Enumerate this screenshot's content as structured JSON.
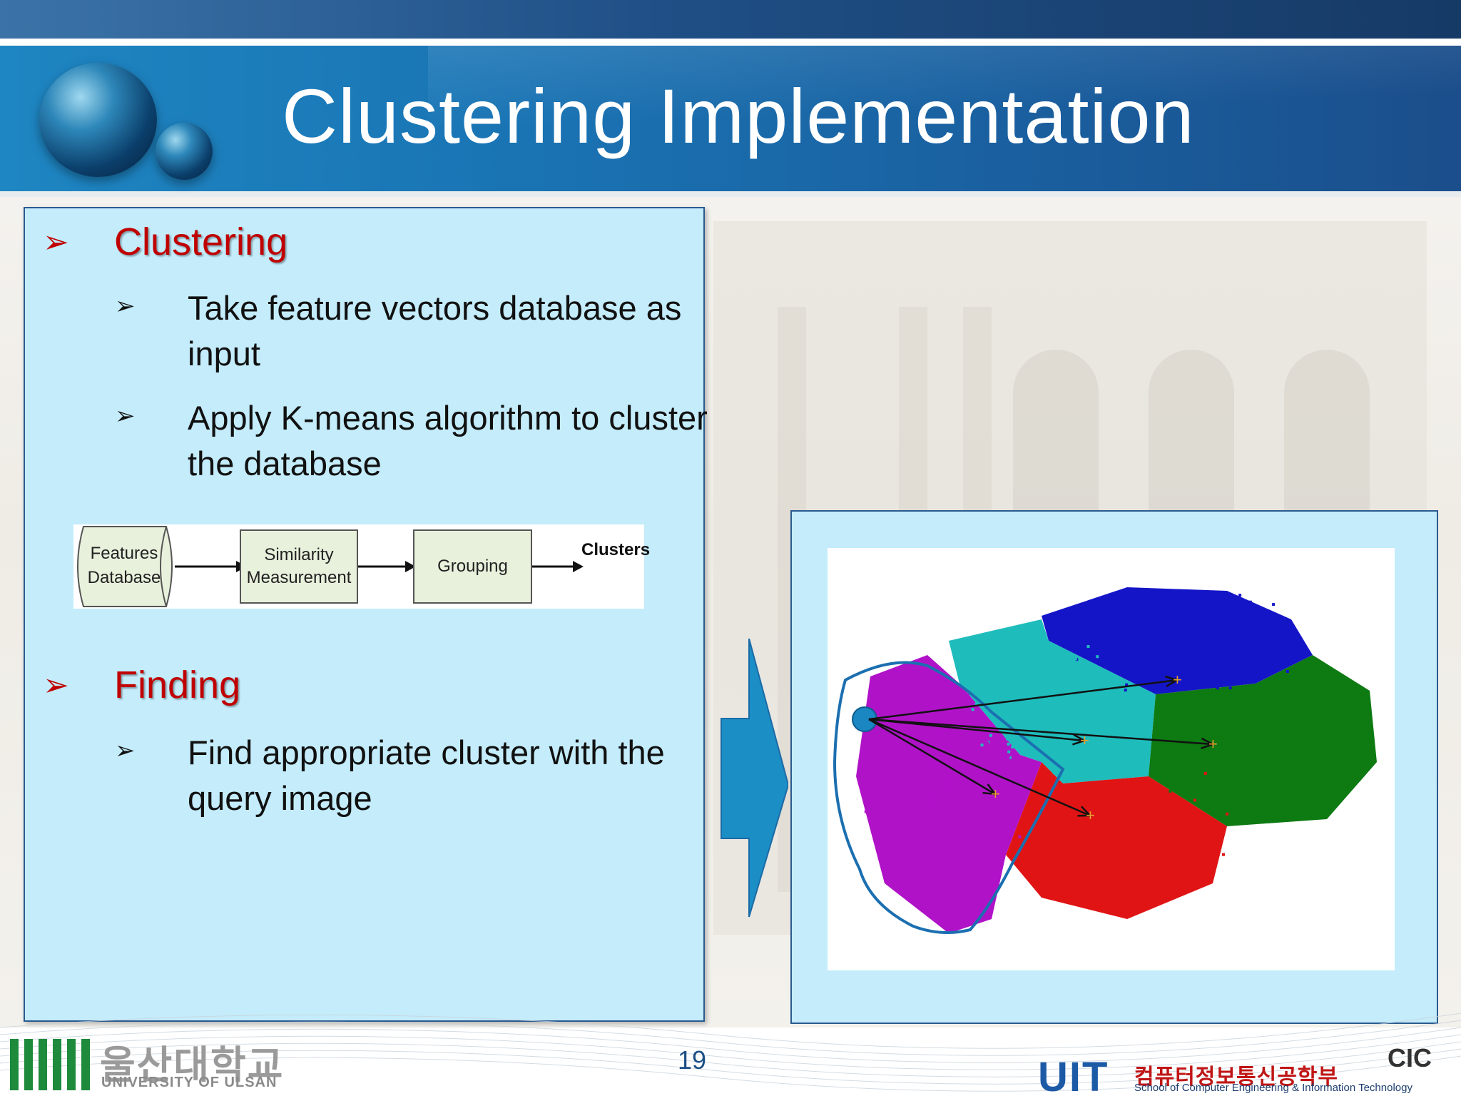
{
  "slide": {
    "title": "Clustering Implementation",
    "page_number": "19"
  },
  "left_panel": {
    "sections": [
      {
        "heading": "Clustering",
        "items": [
          "Take feature vectors database as input",
          "Apply K-means algorithm to cluster the database"
        ]
      },
      {
        "heading": "Finding",
        "items": [
          "Find appropriate cluster with the query image"
        ]
      }
    ]
  },
  "flowchart": {
    "nodes": [
      "Features\nDatabase",
      "Similarity\nMeasurement",
      "Grouping"
    ],
    "output_label": "Clusters"
  },
  "cluster_plot": {
    "clusters": [
      {
        "color": "#1515c8",
        "name": "blue"
      },
      {
        "color": "#1fbcbc",
        "name": "cyan"
      },
      {
        "color": "#0e7a12",
        "name": "green"
      },
      {
        "color": "#e01414",
        "name": "red"
      },
      {
        "color": "#b012c8",
        "name": "magenta"
      }
    ],
    "outline_color": "#1b6fb0",
    "arrow_color": "#111111",
    "centroid_color": "#e8a030"
  },
  "footer": {
    "university_kr": "울산대학교",
    "university_en": "UNIVERSITY OF ULSAN",
    "dept_logo": "UIT",
    "dept_kr": "컴퓨터정보통신공학부",
    "dept_en": "School of Computer Engineering & Information Technology",
    "lab_logo": "CIC"
  }
}
